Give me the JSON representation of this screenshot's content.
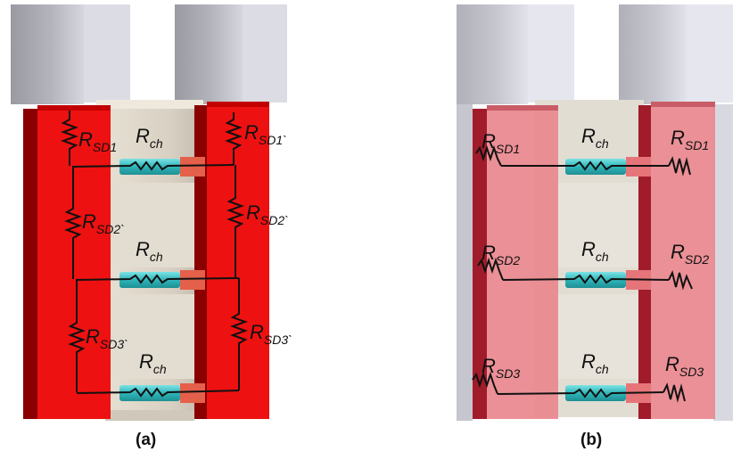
{
  "panels": [
    {
      "caption": "(a)",
      "labels": {
        "rsd1_main": "R",
        "rsd1_sub": "SD1",
        "rch1_main": "R",
        "rch1_sub": "ch",
        "rsd1p_main": "R",
        "rsd1p_sub": "SD1`",
        "rsd2_main": "R",
        "rsd2_sub": "SD2`",
        "rsd2p_main": "R",
        "rsd2p_sub": "SD2`",
        "rch2_main": "R",
        "rch2_sub": "ch",
        "rsd3_main": "R",
        "rsd3_sub": "SD3`",
        "rsd3p_main": "R",
        "rsd3p_sub": "SD3`",
        "rch3_main": "R",
        "rch3_sub": "ch"
      }
    },
    {
      "caption": "(b)",
      "labels": {
        "rsd1l_main": "R",
        "rsd1l_sub": "SD1",
        "rch1_main": "R",
        "rch1_sub": "ch",
        "rsd1r_main": "R",
        "rsd1r_sub": "SD1",
        "rsd2l_main": "R",
        "rsd2l_sub": "SD2",
        "rch2_main": "R",
        "rch2_sub": "ch",
        "rsd2r_main": "R",
        "rsd2r_sub": "SD2",
        "rsd3l_main": "R",
        "rsd3l_sub": "SD3",
        "rch3_main": "R",
        "rch3_sub": "ch",
        "rsd3r_main": "R",
        "rsd3r_sub": "SD3"
      }
    }
  ],
  "colors": {
    "electrode_a": "#ee1111",
    "electrode_a_dark": "#8a0000",
    "electrode_b": "#e98a90",
    "electrode_b_dark": "#a11c2a",
    "gate_gray": "#a6a6ae",
    "channel_beige": "#ddd6c8",
    "channel_cyan": "#3bc3c6"
  }
}
